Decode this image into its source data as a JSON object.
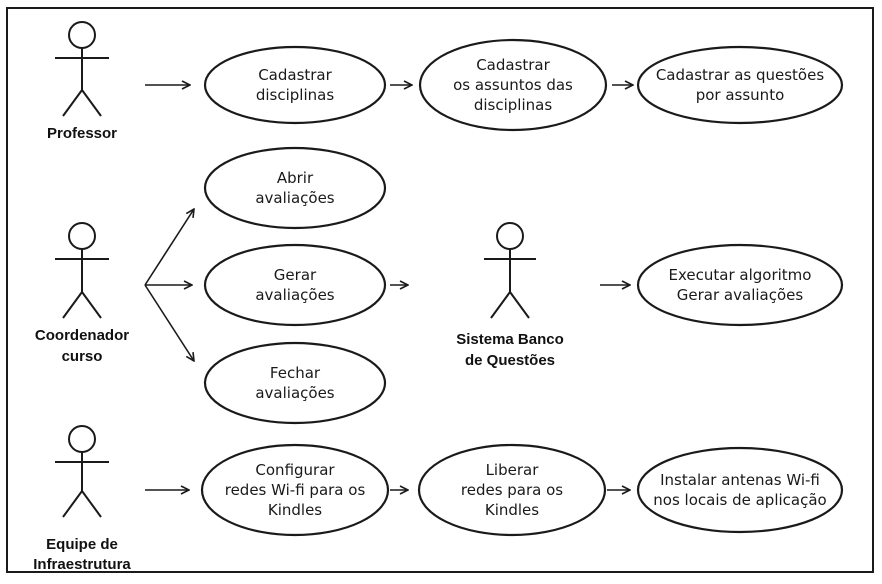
{
  "actors": {
    "professor": "Professor",
    "coordinator": "Coordenador\ncurso",
    "system": "Sistema Banco\nde Questões",
    "infra": "Equipe de\nInfraestrutura"
  },
  "use_cases": {
    "cadastrar_disciplinas": "Cadastrar\ndisciplinas",
    "cadastrar_assuntos": "Cadastrar\nos assuntos das\ndisciplinas",
    "cadastrar_questoes": "Cadastrar as questões\npor assunto",
    "abrir_avaliacoes": "Abrir\navaliações",
    "gerar_avaliacoes": "Gerar\navaliações",
    "fechar_avaliacoes": "Fechar\navaliações",
    "executar_algoritmo": "Executar algoritmo\nGerar avaliações",
    "configurar_redes": "Configurar\nredes Wi-fi para os\nKindles",
    "liberar_redes": "Liberar\nredes para os\nKindles",
    "instalar_antenas": "Instalar antenas Wi-fi\nnos locais de aplicação"
  }
}
